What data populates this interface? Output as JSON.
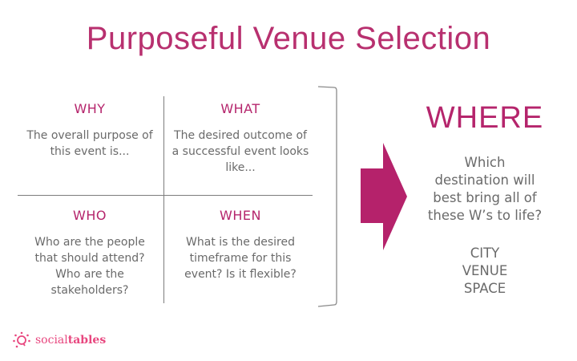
{
  "title": "Purposeful Venue Selection",
  "colors": {
    "accent": "#b5256c",
    "text": "#6a6a6a",
    "line": "#7d7d7d",
    "logo": "#e8477f"
  },
  "quadrants": [
    {
      "heading": "WHY",
      "body": [
        "The overall purpose of",
        "this event is..."
      ]
    },
    {
      "heading": "WHAT",
      "body": [
        "The desired outcome of",
        "a successful event looks",
        "like..."
      ]
    },
    {
      "heading": "WHO",
      "body": [
        "Who are the people",
        "that should attend?",
        "Who are the",
        "stakeholders?"
      ]
    },
    {
      "heading": "WHEN",
      "body": [
        "What is the desired",
        "timeframe for this",
        "event? Is it flexible?"
      ]
    }
  ],
  "where": {
    "heading": "WHERE",
    "question": [
      "Which",
      "destination will",
      "best bring all of",
      "these W’s to life?"
    ],
    "options": [
      "CITY",
      "VENUE",
      "SPACE"
    ]
  },
  "logo": {
    "icon": "sun-chat-bubble-icon",
    "text_light": "social",
    "text_bold": "tables"
  }
}
